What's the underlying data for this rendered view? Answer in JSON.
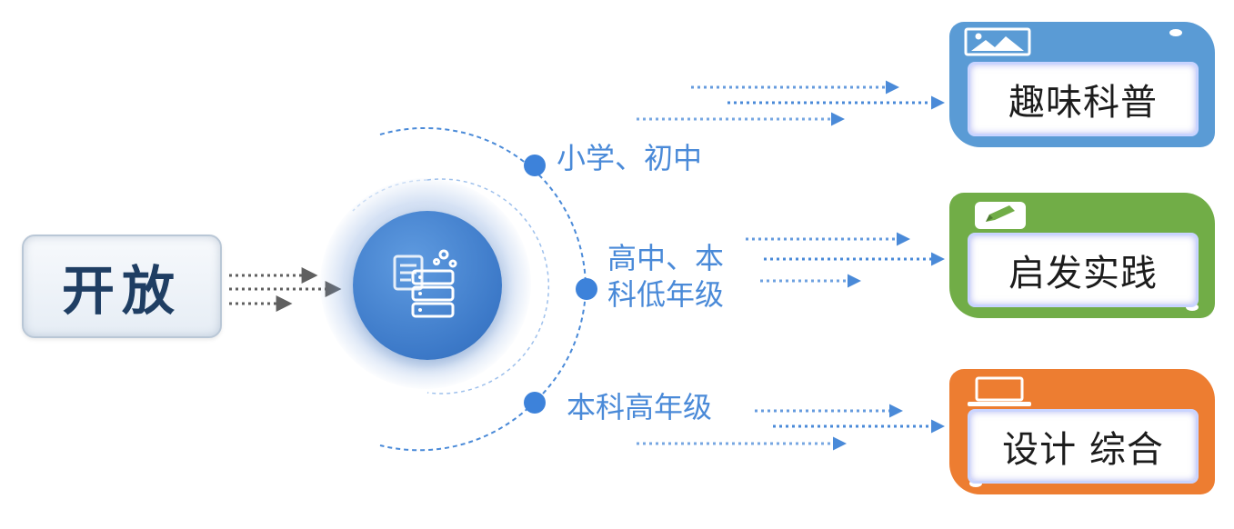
{
  "start": {
    "label": "开放"
  },
  "hub": {
    "icon": "database-server-icon"
  },
  "stages": [
    {
      "label": "小学、初中"
    },
    {
      "label_line1": "高中、本",
      "label_line2": "科低年级"
    },
    {
      "label": "本科高年级"
    }
  ],
  "outputs": [
    {
      "label": "趣味科普",
      "icon": "image-icon"
    },
    {
      "label": "启发实践",
      "icon": "pencil-icon"
    },
    {
      "label": "设计 综合",
      "icon": "laptop-icon"
    }
  ],
  "colors": {
    "accent_blue": "#4a8ad8",
    "hub_blue": "#3c79c8",
    "card_blue": "#5a9bd5",
    "card_green": "#71ad47",
    "card_orange": "#ed7d31",
    "start_text": "#1f3e63",
    "arrow_gray": "#606060"
  }
}
